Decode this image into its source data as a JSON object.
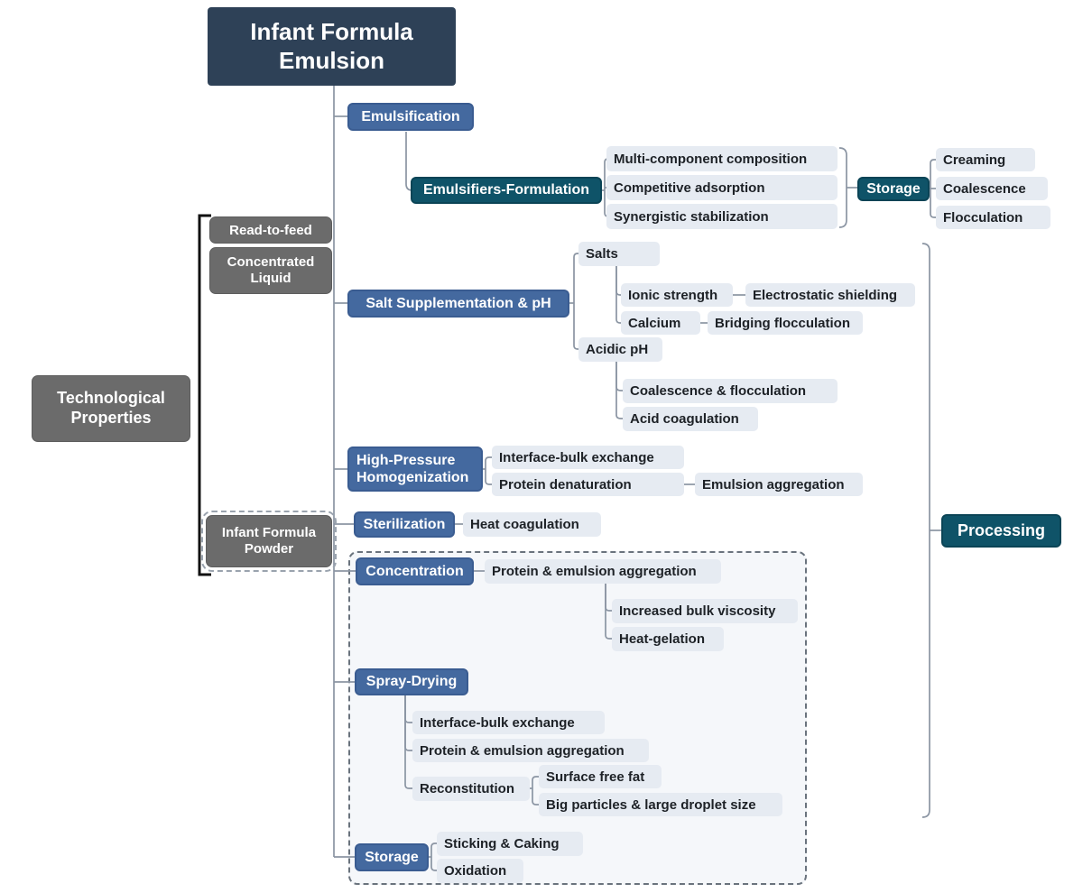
{
  "diagram_title": "Infant Formula Emulsion mind map",
  "colors": {
    "root_bg": "#2e4157",
    "process_node_bg": "#44699f",
    "summary_node_bg": "#0f5368",
    "category_node_bg": "#6b6b6b",
    "leaf_bg": "#e6ebf2",
    "connector": "#8b95a3",
    "left_bracket": "#111111",
    "dashed_region_bg": "#f5f7fa"
  },
  "labels": {
    "root": "Infant Formula Emulsion",
    "emulsification": "Emulsification",
    "emulsifiers_formulation": "Emulsifiers-Formulation",
    "multi_component_composition": "Multi-component composition",
    "competitive_adsorption": "Competitive adsorption",
    "synergistic_stabilization": "Synergistic stabilization",
    "storage_emulsion": "Storage",
    "creaming": "Creaming",
    "coalescence": "Coalescence",
    "flocculation": "Flocculation",
    "read_to_feed": "Read-to-feed",
    "concentrated_liquid": "Concentrated Liquid",
    "salt_supplementation_ph": "Salt Supplementation & pH",
    "salts": "Salts",
    "ionic_strength": "Ionic strength",
    "electrostatic_shielding": "Electrostatic shielding",
    "calcium": "Calcium",
    "bridging_flocculation": "Bridging flocculation",
    "acidic_ph": "Acidic pH",
    "coalescence_flocculation": "Coalescence & flocculation",
    "acid_coagulation": "Acid coagulation",
    "technological_properties": "Technological Properties",
    "high_pressure_homogenization": "High-Pressure Homogenization",
    "interface_bulk_exchange_1": "Interface-bulk exchange",
    "protein_denaturation": "Protein denaturation",
    "emulsion_aggregation": "Emulsion aggregation",
    "sterilization": "Sterilization",
    "heat_coagulation": "Heat coagulation",
    "infant_formula_powder": "Infant Formula Powder",
    "concentration": "Concentration",
    "protein_emulsion_aggregation_1": "Protein & emulsion aggregation",
    "increased_bulk_viscosity": "Increased bulk viscosity",
    "heat_gelation": "Heat-gelation",
    "spray_drying": "Spray-Drying",
    "interface_bulk_exchange_2": "Interface-bulk exchange",
    "protein_emulsion_aggregation_2": "Protein & emulsion aggregation",
    "reconstitution": "Reconstitution",
    "surface_free_fat": "Surface free fat",
    "big_particles_droplet": "Big particles & large droplet size",
    "storage_powder": "Storage",
    "sticking_caking": "Sticking & Caking",
    "oxidation": "Oxidation",
    "processing": "Processing"
  }
}
